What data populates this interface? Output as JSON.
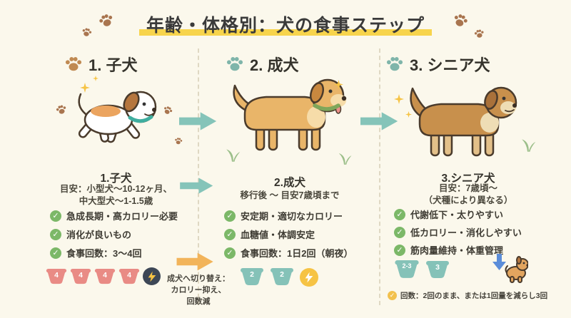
{
  "title": "年齢・体格別：犬の食事ステップ",
  "glyphs": {
    "check": "✓"
  },
  "columns": [
    {
      "header": "1. 子犬",
      "stage_label": "1.子犬",
      "guide_lines": [
        "目安：小型犬〜10-12ヶ月、",
        "中大型犬〜1-1.5歳"
      ],
      "checks": [
        "急成長期・高カロリー必要",
        "消化が良いもの",
        "食事回数：3〜4回"
      ],
      "bowls": [
        "4",
        "4",
        "4",
        "4"
      ]
    },
    {
      "header": "2. 成犬",
      "stage_label": "2.成犬",
      "guide_lines": [
        "移行後 〜 目安7歳頃まで"
      ],
      "checks": [
        "安定期・適切なカロリー",
        "血糖値・体調安定",
        "食事回数：1日2回（朝夜）"
      ],
      "bowls": [
        "2",
        "2"
      ]
    },
    {
      "header": "3. シニア犬",
      "stage_label": "3.シニア犬",
      "guide_lines": [
        "目安：7歳頃〜",
        "（犬種により異なる）"
      ],
      "checks": [
        "代謝低下・太りやすい",
        "低カロリー・消化しやすい",
        "筋肉量維持・体重管理"
      ],
      "bowls": [
        "2-3",
        "3"
      ],
      "footnote": "回数：2回のまま、または1回量を減らし3回"
    }
  ],
  "transition": {
    "lines": [
      "成犬へ切り替え：",
      "カロリー抑え、",
      "回数減"
    ]
  },
  "colors": {
    "bg": "#FBF8EC",
    "title-highlight": "#F7D44C",
    "arrow-teal": "#85C4B9",
    "arrow-orange": "#F2B45A",
    "check-green": "#7CB868",
    "check-yellow": "#F2C14E",
    "bowl-pink": "#E98B85",
    "bowl-teal": "#85C2B8",
    "paw-brown": "#A9754F",
    "badge-dark": "#3D4756",
    "bolt-yellow": "#F6C344",
    "text-dark": "#3A3A3A"
  }
}
